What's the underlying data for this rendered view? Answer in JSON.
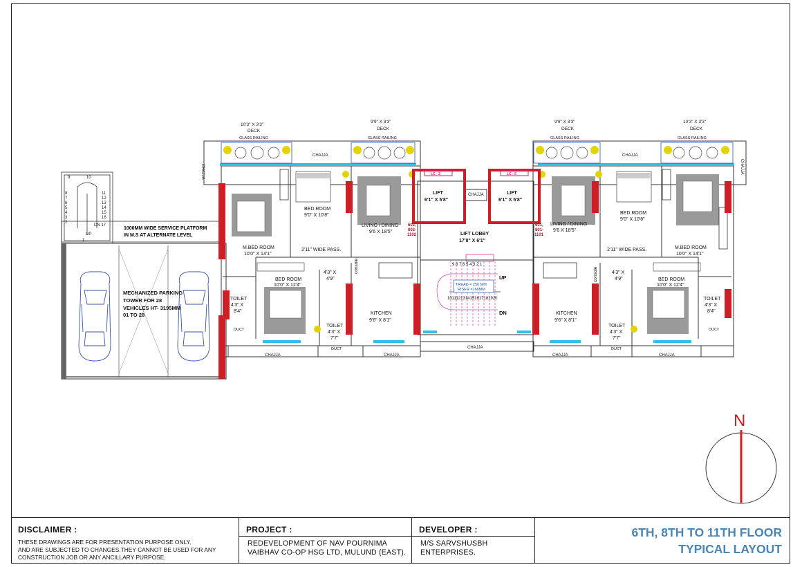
{
  "plan": {
    "decks": [
      {
        "size": "10'3\" X 3'3\"",
        "label": "DECK",
        "railing": "GLASS RAILING"
      },
      {
        "size": "9'9\" X 3'3\"",
        "label": "DECK",
        "railing": "GLASS RAILING"
      },
      {
        "size": "9'9\" X 3'3\"",
        "label": "DECK",
        "railing": "GLASS RAILING"
      },
      {
        "size": "10'3\" X 3'3\"",
        "label": "DECK",
        "railing": "GLASS RAILING"
      }
    ],
    "chajja": "CHAJJA",
    "lifts": [
      {
        "name": "LIFT",
        "size": "6'1\" X 5'8\"",
        "tag": "LC - 2"
      },
      {
        "name": "LIFT",
        "size": "6'1\" X 5'8\"",
        "tag": "LC - 5"
      }
    ],
    "lift_lobby": {
      "name": "LIFT LOBBY",
      "size": "17'8\" X 6'1\""
    },
    "flat_numbers": [
      [
        "602,",
        "802-",
        "1102"
      ],
      [
        "601,",
        "801-",
        "1101"
      ]
    ],
    "stair": {
      "up": "UP",
      "dn": "DN",
      "tread": "TREAD = 250 MM",
      "riser": "RISER =168MM",
      "steps_top": "9 8 7 6 5 4 3 2 1",
      "steps_bottom": "1011121314151617181920"
    },
    "rooms": {
      "bed_room_a": {
        "name": "BED ROOM",
        "size": "9'0\" X 10'8\""
      },
      "living": {
        "name": "LIVING / DINING",
        "size": "9'6 X 18'5\""
      },
      "m_bed": {
        "name": "M.BED ROOM",
        "size": "10'0\" X 14'1\""
      },
      "passage": "2'11\" WIDE PASS.",
      "bed_room_b": {
        "name": "BED ROOM",
        "size": "10'0\" X 12'4\""
      },
      "kitchen": {
        "name": "KITCHEN",
        "size": "9'6\" X 8'1\""
      },
      "toilet_a": {
        "name": "TOILET",
        "size_1": "4'3\" X",
        "size_2": "8'4\""
      },
      "toilet_b": {
        "name": "TOILET",
        "size_1": "4'3\" X",
        "size_2": "7'7\""
      },
      "toilet_c": {
        "size_1": "4'3\" X",
        "size_2": "4'9\""
      },
      "duct": "DUCT",
      "console": "console"
    },
    "service_stair": {
      "top_a": "9",
      "top_b": "10",
      "left": [
        "8",
        "7",
        "6",
        "5",
        "4",
        "3",
        "2"
      ],
      "right": [
        "11",
        "12",
        "13",
        "14",
        "15",
        "16"
      ],
      "dn": "DN 17",
      "up": "UP",
      "one": "1"
    },
    "service_platform": [
      "1000MM WIDE SERVICE PLATFORM",
      "IN M.S AT ALTERNATE LEVEL"
    ],
    "parking": [
      "MECHANIZED PARKING",
      "TOWER FOR 28",
      "VEHICLES HT- 3195MM",
      "01 TO 28"
    ],
    "north": "N"
  },
  "title_block": {
    "disclaimer_heading": "DISCLAIMER :",
    "disclaimer_text": "THESE DRAWINGS ARE FOR PRESENTATION PURPOSE ONLY,\nAND ARE SUBJECTED TO CHANGES.THEY CANNOT BE USED FOR ANY\nCONSTRUCTION JOB OR ANY ANCILLARY PURPOSE.",
    "project_heading": "PROJECT :",
    "project_text": "REDEVELOPMENT OF NAV POURNIMA\nVAIBHAV CO-OP HSG LTD, MULUND (EAST).",
    "developer_heading": "DEVELOPER :",
    "developer_text": "M/S SARVSHUSBH\nENTERPRISES.",
    "layout_title_1": "6TH, 8TH TO 11TH FLOOR",
    "layout_title_2": "TYPICAL LAYOUT"
  },
  "colors": {
    "column": "#cc1f26",
    "glass": "#2ec0e6",
    "lift_frame": "#e0176f",
    "stair_line": "#e23aa0",
    "car": "#3a52a8",
    "title": "#4a86b5"
  }
}
